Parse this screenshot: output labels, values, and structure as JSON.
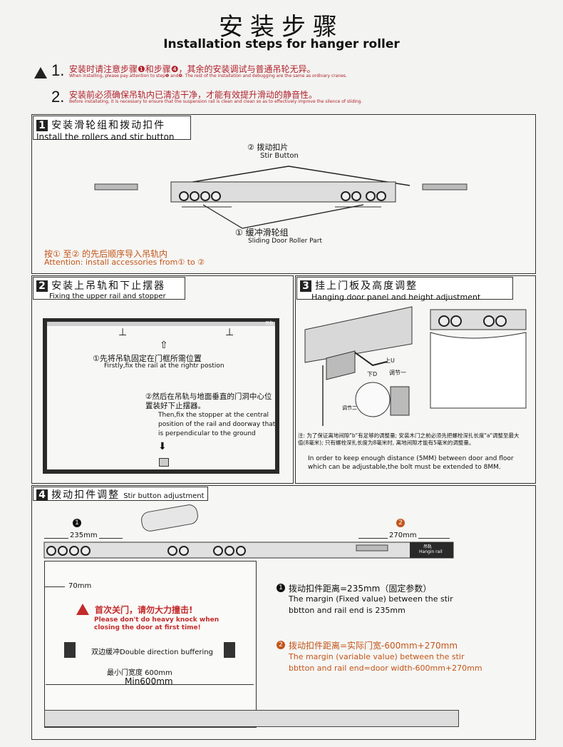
{
  "header": {
    "title_cn": "安装步骤",
    "title_en": "Installation steps for hanger roller"
  },
  "notes": [
    {
      "num": "1.",
      "cn": "安装时请注意步骤❶和步骤❹，其余的安装调试与普通吊轮无异。",
      "en": "When installing, please pay attention to step❶ and❹. The rest of the installation and debugging are the same as ordinary cranes."
    },
    {
      "num": "2.",
      "cn": "安装前必须确保吊轨内已清洁干净，才能有效提升滑动的静音性。",
      "en": "Before installating, it is necessary to ensure that the suspension rail is clean and clean so as to effectively improve the silence of sliding."
    }
  ],
  "section1": {
    "num": "1",
    "title_cn": "安装滑轮组和拨动扣件",
    "title_en": "Install the rollers and stir button",
    "stir_cn": "② 拨动扣片",
    "stir_en": "Stir Button",
    "roller_cn": "① 缓冲滑轮组",
    "roller_en": "Sliding Door Roller Part",
    "attention_cn": "按① 至② 的先后顺序导入吊轨内",
    "attention_en": "Attention: install accessories from① to ②"
  },
  "section2": {
    "num": "2",
    "title_cn": "安装上吊轨和下止摆器",
    "title_en": "Fixing the upper rail and stopper",
    "step1_cn": "①先将吊轨固定在门框所需位置",
    "step1_en": "Firstly,fix the rail at the rightr postion",
    "step2_cn": "②然后在吊轨与地面垂直的门洞中心位置装好下止摆器。",
    "step2_en": "Then,fix the stopper at the central position of the rail and doorway that is perpendicular to the ground",
    "rail_tag": "吊轨"
  },
  "section3": {
    "num": "3",
    "title_cn": "挂上门板及高度调整",
    "title_en": "Hanging door panel and height adjustment",
    "up_label": "上U",
    "down_label": "下D",
    "adjust1": "调节一",
    "adjust2": "调节二",
    "note_cn": "注: 为了保证离地间隙\"b\"有足够的调整量; 安装木门之前必须先把螺栓深扎长度\"a\"调整至最大值(8毫米); 只有螺栓深扎长度为8毫米时, 离地间隙才能有5毫米的调整量。",
    "note_en": "In order to keep enough distance (5MM) between door and floor which can be adjustable,the bolt must be extended to 8MM."
  },
  "section4": {
    "num": "4",
    "title_cn": "拨动扣件调整",
    "title_en": "Stir button adjustment",
    "marker1": "1",
    "marker2": "2",
    "dim1": "235mm",
    "dim2": "270mm",
    "dim3": "70mm",
    "rail_tag_cn": "吊轨",
    "rail_tag_en": "Hangin rail",
    "warn_cn": "首次关门，请勿大力撞击!",
    "warn_en1": "Please don't do heavy knock when",
    "warn_en2": "closing the door at first time!",
    "buffer": "双边缓冲Double direction buffering",
    "min_cn": "最小门宽度 600mm",
    "min_en": "Min600mm",
    "info1_cn": "拨动扣件距离=235mm（固定参数）",
    "info1_en1": "The margin (Fixed value) between the stir",
    "info1_en2": "bbtton and rail end is 235mm",
    "info2_cn": "拨动扣件距离=实际门宽-600mm+270mm",
    "info2_en1": "The margin (variable value) between the stir",
    "info2_en2": "bbtton and rail end=door width-600mm+270mm"
  }
}
